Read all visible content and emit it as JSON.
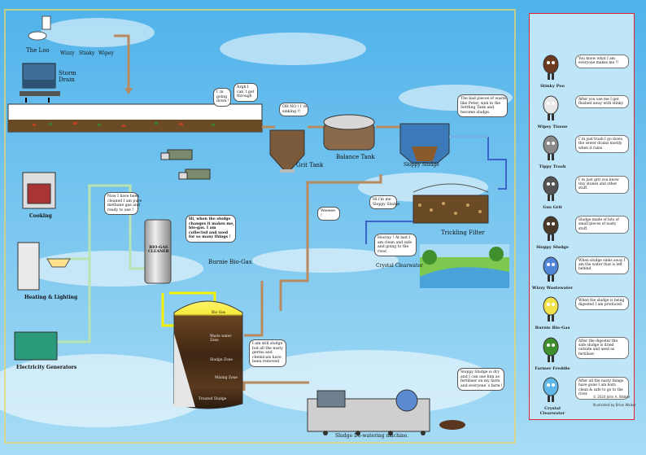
{
  "labels": {
    "the_loo": "The Loo",
    "wizzy": "Wizzy",
    "stinky": "Stinky",
    "wipey": "Wipey",
    "storm_drain": "Storm\nDrain",
    "grit_tank": "Grit Tank",
    "balance_tank": "Balance Tank",
    "sloppy_sludge": "Sloppy Sludge",
    "trickling_filter": "Trickling Filter",
    "crystal_clearwater": "Crystal Clearwater",
    "cooking": "Cooking",
    "heating_lighting": "Heating & Lighting",
    "electricity_generators": "Electricity Generators",
    "biogas_cleaner": "BIO-GAS\nCLEANER",
    "burnie_biogas": "Burnie Bio-Gas",
    "bio_gas_zone": "Bio Gas",
    "waste_water_zone": "Waste water\nZone",
    "sludge_zone": "Sludge Zone",
    "mixing_zone": "Mixing Zone",
    "treated_sludge": "Treated Sludge",
    "dewatering": "Sludge De-watering machine."
  },
  "bubbles": {
    "im_going_down": "I`m\ngoing\ndown !",
    "argh": "Argh I\ncan`t get\nthrough",
    "oh_no_sinking": "OH NO ! I`m\nsinking !!",
    "bad_pieces": "The bad pieces of waste,\nlike Peter, sink in the\nSettling Tank and\nbecome sludge.",
    "im_sloppy": "Hi i'm me\nSloppy Sludge",
    "weeeee": "Weeeee !",
    "now_cleaned": "Now I have been\ncleaned I am pure\nmethane gas and\nready to use !",
    "hi_when_sludge": "Hi, when the sludge\nchanges it makes me,\nbio-gas. I am\ncollected and used\nfor so many things !",
    "hooray": "Hooray ! At last I\nam clean and safe\nand going to the\nriver.",
    "still_sludge": "I am still sludge\nbut all the nasty\ngerms and\nchemicals have\nbeen removed",
    "sloppy_dry": "Sloppy Sludge is dry\nand I can use him as\nfertiliser on my farm\nand everyone`s farm !"
  },
  "panel": {
    "characters": [
      {
        "name": "Stinky Poo",
        "text": "You know what I am everyone makes me !!"
      },
      {
        "name": "Wipey Tissue",
        "text": "After you use me I get flushed away with stinky"
      },
      {
        "name": "Tippy Trash",
        "text": "I`m just trash I go down the sewer drains mostly when it rains"
      },
      {
        "name": "Gus Grit",
        "text": "I`m just grit you know tiny stones and other stuff."
      },
      {
        "name": "Sloppy Sludge",
        "text": "Sludge made of lots of small pieces of nasty stuff."
      },
      {
        "name": "Wizzy Wastewater",
        "text": "When sludge sinks away I am the water that is left behind"
      },
      {
        "name": "Burnie Bio-Gas",
        "text": "When the sludge is being digested I am produced."
      },
      {
        "name": "Farmer Freddie",
        "text": "After the digester the safe sludge is dried outside and used as fertiliser."
      },
      {
        "name": "Crystal\nClearwater",
        "text": "After all the nasty things have gone I am born clean & safe to go to the river."
      }
    ],
    "credit_1": "© 2024 John A. Walker",
    "credit_2": "Illustrated by Brian Walker"
  },
  "colors": {
    "sky": "#6fc2ee",
    "pipe_sewage": "#b98a5e",
    "pipe_water": "#b9e3b0",
    "pipe_gas": "#f5f000",
    "pipe_return": "#3b63c9",
    "panel_border": "#dd2233"
  }
}
